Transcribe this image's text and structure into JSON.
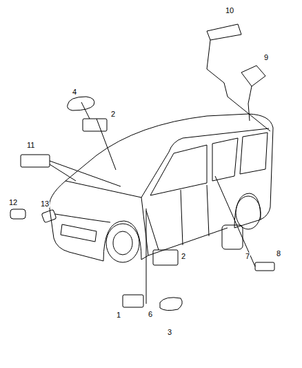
{
  "diagram": {
    "labels": [
      "10",
      "9",
      "4",
      "2",
      "11",
      "12",
      "13",
      "8",
      "7",
      "2",
      "1",
      "6",
      "3"
    ]
  }
}
